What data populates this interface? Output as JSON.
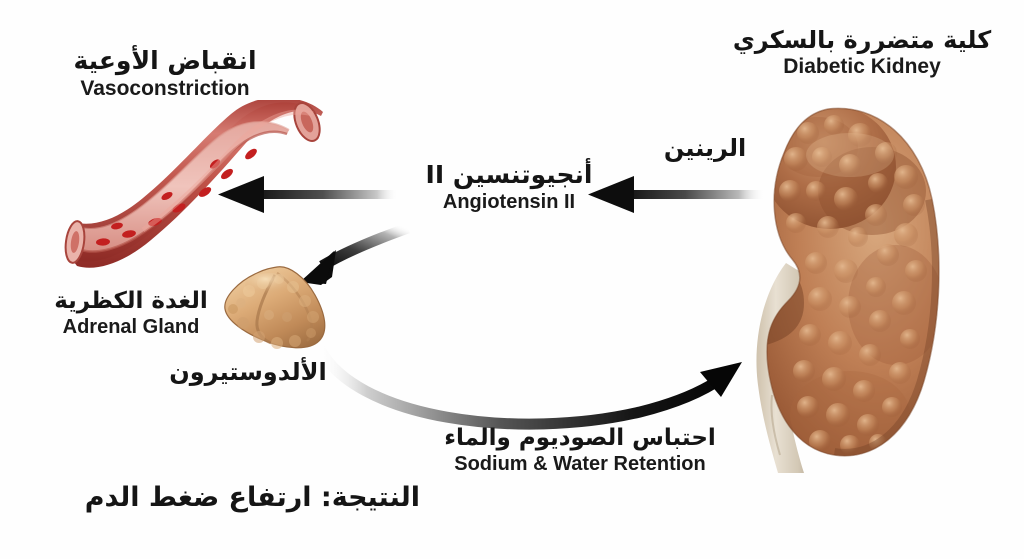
{
  "diagram": {
    "title_ar": "النتيجة: ارتفاع ضغط الدم",
    "background_color": "#fefefe",
    "arrow_color": "#111111"
  },
  "labels": {
    "kidney": {
      "ar": "كلية متضررة بالسكري",
      "en": "Diabetic Kidney"
    },
    "vasoconstriction": {
      "ar": "انقباض الأوعية",
      "en": "Vasoconstriction"
    },
    "renin": {
      "ar": "الرينين"
    },
    "angiotensin": {
      "ar": "أنجيوتنسين II",
      "en": "Angiotensin II"
    },
    "adrenal": {
      "ar": "الغدة الكظرية",
      "en": "Adrenal Gland"
    },
    "aldosterone": {
      "ar": "الألدوستيرون"
    },
    "sodium_water": {
      "ar": "احتباس الصوديوم والماء",
      "en": "Sodium & Water Retention"
    },
    "result": {
      "ar": "النتيجة: ارتفاع ضغط الدم"
    }
  },
  "illustrations": {
    "kidney": {
      "name": "diabetic-kidney",
      "surface_color": "#b5estimated",
      "colors": {
        "cortex_light": "#d7a279",
        "cortex_mid": "#b9744c",
        "cortex_dark": "#8d4d2e",
        "ureter": "#ded3c2"
      }
    },
    "blood_vessel": {
      "name": "constricted-blood-vessel",
      "colors": {
        "wall_outer": "#c4534a",
        "wall_light": "#dd8d83",
        "lumen": "#e9b6ae",
        "rbc": "#c01f1f"
      }
    },
    "adrenal_gland": {
      "name": "adrenal-gland",
      "colors": {
        "body_light": "#e8c394",
        "body_mid": "#d3a172",
        "body_shadow": "#b4794d"
      }
    }
  },
  "arrows": [
    {
      "name": "renin-arrow",
      "from": "kidney",
      "to": "angiotensin",
      "direction": "left",
      "style": "straight-gradient"
    },
    {
      "name": "angiotensin-arrow",
      "from": "angiotensin",
      "to": "blood-vessel",
      "direction": "left",
      "style": "straight-gradient"
    },
    {
      "name": "adrenal-arrow",
      "from": "angiotensin",
      "to": "adrenal-gland",
      "direction": "down-left",
      "style": "curved-gradient"
    },
    {
      "name": "sodium-water-arrow",
      "from": "adrenal-gland",
      "to": "kidney",
      "direction": "right-up",
      "style": "long-curved-gradient"
    }
  ]
}
